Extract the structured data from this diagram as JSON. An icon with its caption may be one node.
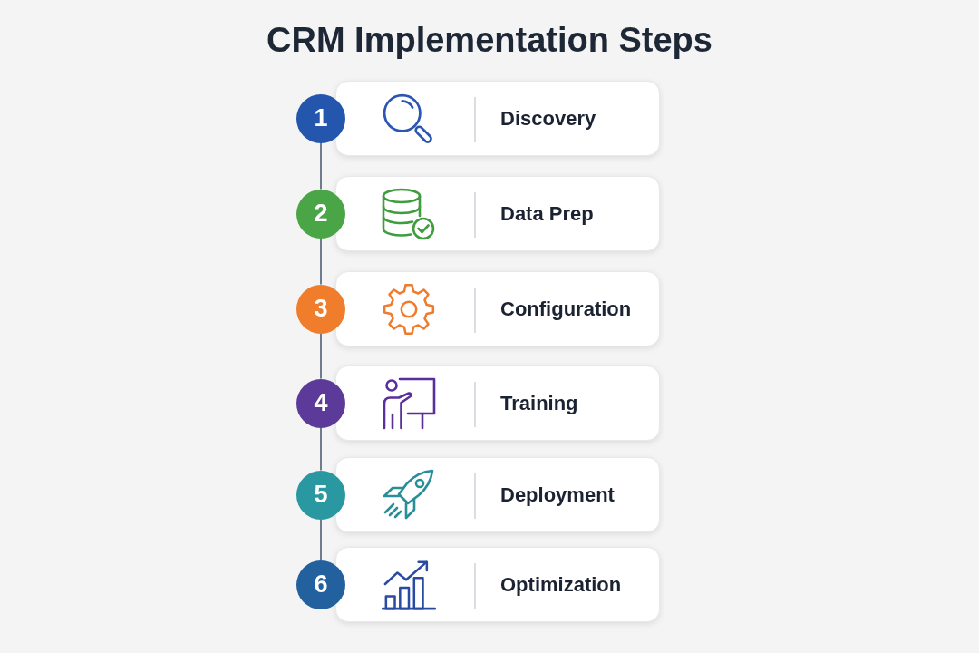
{
  "diagram": {
    "title": "CRM Implementation Steps",
    "nodes": [
      {
        "text": [
          "1"
        ]
      },
      {
        "text": [
          "Discovery"
        ]
      },
      {
        "text": [
          "2"
        ]
      },
      {
        "text": [
          "Data Prep"
        ]
      },
      {
        "text": [
          "3"
        ]
      },
      {
        "text": [
          "Configuration"
        ]
      },
      {
        "text": [
          "4"
        ]
      },
      {
        "text": [
          "Training"
        ]
      },
      {
        "text": [
          "5"
        ]
      },
      {
        "text": [
          "Deployment"
        ]
      },
      {
        "text": [
          "6"
        ]
      },
      {
        "text": [
          "Optimization"
        ]
      }
    ],
    "edges": [
      {
        "from": 0,
        "to": 2,
        "arrow": "none"
      },
      {
        "from": 2,
        "to": 4,
        "arrow": "none"
      },
      {
        "from": 4,
        "to": 6,
        "arrow": "none"
      },
      {
        "from": 6,
        "to": 8,
        "arrow": "none"
      },
      {
        "from": 8,
        "to": 10,
        "arrow": "none"
      }
    ]
  }
}
